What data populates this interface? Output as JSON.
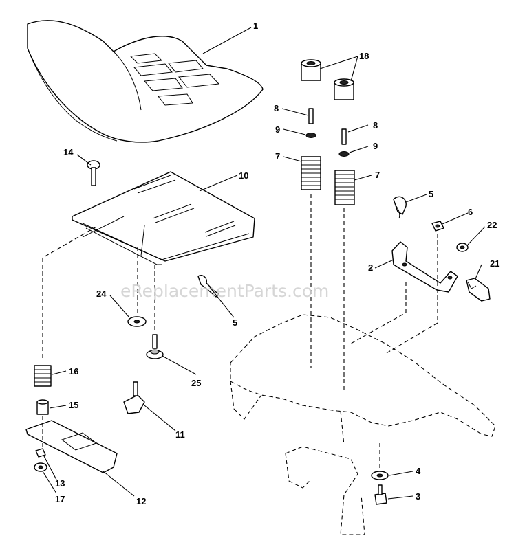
{
  "watermark": "eReplacementParts.com",
  "callouts": {
    "c1": "1",
    "c18": "18",
    "c8a": "8",
    "c8b": "8",
    "c9a": "9",
    "c9b": "9",
    "c7a": "7",
    "c7b": "7",
    "c14": "14",
    "c10": "10",
    "c5a": "5",
    "c5b": "5",
    "c6": "6",
    "c22": "22",
    "c2": "2",
    "c21": "21",
    "c24": "24",
    "c16": "16",
    "c25": "25",
    "c15": "15",
    "c11": "11",
    "c13": "13",
    "c12": "12",
    "c17": "17",
    "c4": "4",
    "c3": "3"
  }
}
